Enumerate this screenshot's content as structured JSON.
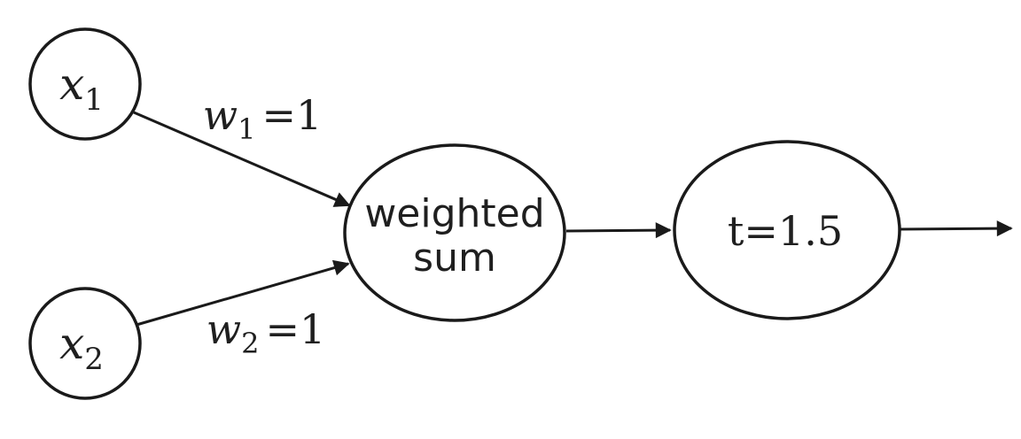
{
  "diagram": {
    "type": "perceptron-threshold-unit",
    "colors": {
      "stroke": "#1a1a1a",
      "text": "#1f1f1f",
      "background": "#ffffff"
    }
  },
  "nodes": {
    "x1": {
      "base": "x",
      "sub": "1"
    },
    "x2": {
      "base": "x",
      "sub": "2"
    },
    "weighted_sum": {
      "line1": "weighted",
      "line2": "sum"
    },
    "threshold": {
      "label": "t=1.5"
    }
  },
  "edges": {
    "w1": {
      "base": "w",
      "sub": "1",
      "eq": "=1"
    },
    "w2": {
      "base": "w",
      "sub": "2",
      "eq": "=1"
    }
  }
}
